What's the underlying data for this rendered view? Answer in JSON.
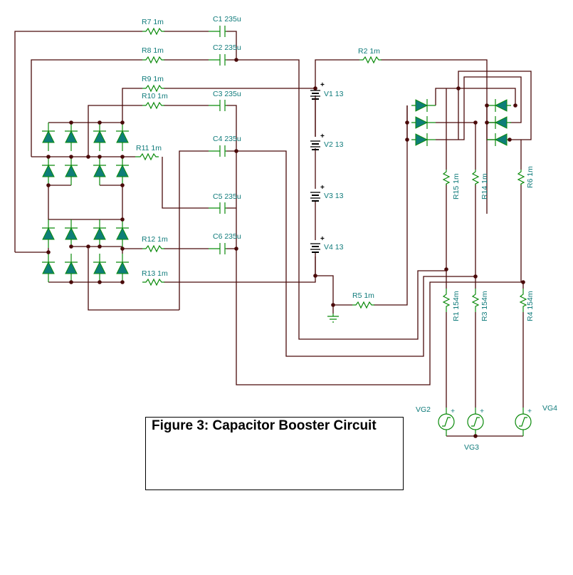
{
  "figure": {
    "title": "Figure 3: Capacitor Booster Circuit"
  },
  "colors": {
    "wire": "#4a0a0a",
    "component": "#0a8a0a",
    "label": "#0e7a7a",
    "diode_fill": "#0e7e78"
  },
  "resistors": [
    {
      "id": "R7",
      "label": "R7 1m"
    },
    {
      "id": "R8",
      "label": "R8 1m"
    },
    {
      "id": "R9",
      "label": "R9 1m"
    },
    {
      "id": "R10",
      "label": "R10 1m"
    },
    {
      "id": "R11",
      "label": "R11 1m"
    },
    {
      "id": "R12",
      "label": "R12 1m"
    },
    {
      "id": "R13",
      "label": "R13 1m"
    },
    {
      "id": "R2",
      "label": "R2 1m"
    },
    {
      "id": "R5",
      "label": "R5 1m"
    },
    {
      "id": "R15",
      "label": "R15 1m"
    },
    {
      "id": "R14",
      "label": "R14 1m"
    },
    {
      "id": "R6",
      "label": "R6 1m"
    },
    {
      "id": "R1",
      "label": "R1 154m"
    },
    {
      "id": "R3",
      "label": "R3 154m"
    },
    {
      "id": "R4",
      "label": "R4 154m"
    }
  ],
  "capacitors": [
    {
      "id": "C1",
      "label": "C1 235u"
    },
    {
      "id": "C2",
      "label": "C2 235u"
    },
    {
      "id": "C3",
      "label": "C3 235u"
    },
    {
      "id": "C4",
      "label": "C4 235u"
    },
    {
      "id": "C5",
      "label": "C5 235u"
    },
    {
      "id": "C6",
      "label": "C6 235u"
    }
  ],
  "batteries": [
    {
      "id": "V1",
      "label": "V1 13"
    },
    {
      "id": "V2",
      "label": "V2 13"
    },
    {
      "id": "V3",
      "label": "V3 13"
    },
    {
      "id": "V4",
      "label": "V4 13"
    }
  ],
  "generators": [
    {
      "id": "VG2",
      "label": "VG2"
    },
    {
      "id": "VG3",
      "label": "VG3"
    },
    {
      "id": "VG4",
      "label": "VG4"
    }
  ],
  "plus_sign": "+"
}
